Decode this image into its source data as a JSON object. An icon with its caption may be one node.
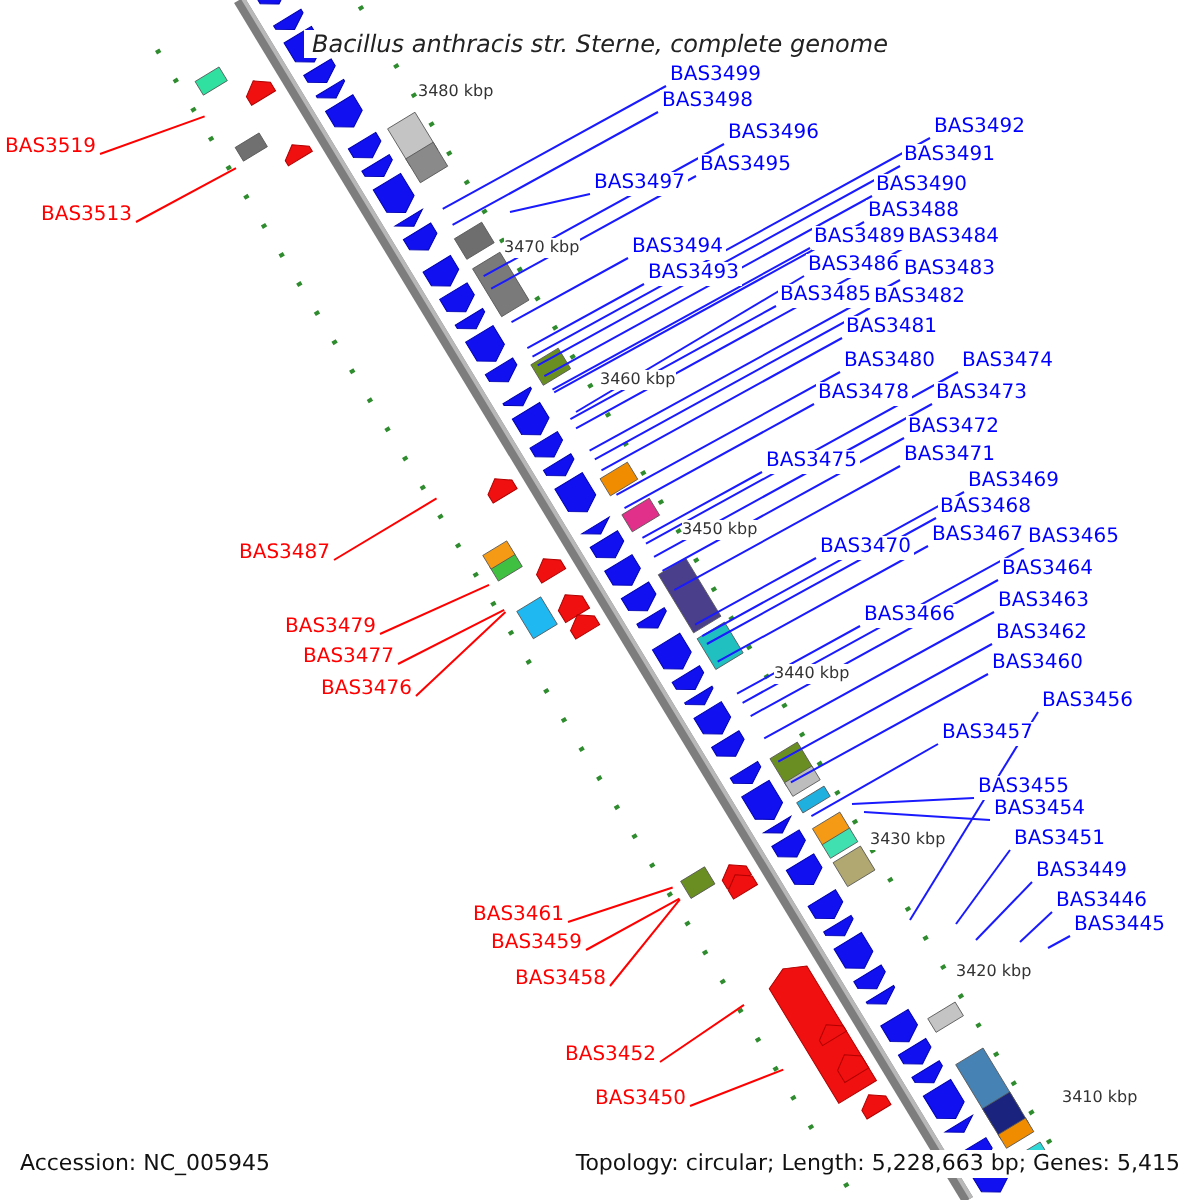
{
  "diagram": {
    "title": "Bacillus anthracis str. Sterne, complete genome",
    "nodes": [
      {
        "text": [
          "BAS3499"
        ]
      },
      {
        "text": [
          "BAS3498"
        ]
      },
      {
        "text": [
          "BAS3496"
        ]
      },
      {
        "text": [
          "BAS3497"
        ]
      },
      {
        "text": [
          "BAS3495"
        ]
      },
      {
        "text": [
          "BAS3492"
        ]
      },
      {
        "text": [
          "BAS3491"
        ]
      },
      {
        "text": [
          "BAS3490"
        ]
      },
      {
        "text": [
          "BAS3488"
        ]
      },
      {
        "text": [
          "BAS3494"
        ]
      },
      {
        "text": [
          "BAS3489"
        ]
      },
      {
        "text": [
          "BAS3484"
        ]
      },
      {
        "text": [
          "BAS3493"
        ]
      },
      {
        "text": [
          "BAS3486"
        ]
      },
      {
        "text": [
          "BAS3483"
        ]
      },
      {
        "text": [
          "BAS3485"
        ]
      },
      {
        "text": [
          "BAS3482"
        ]
      },
      {
        "text": [
          "BAS3481"
        ]
      },
      {
        "text": [
          "BAS3480"
        ]
      },
      {
        "text": [
          "BAS3474"
        ]
      },
      {
        "text": [
          "BAS3478"
        ]
      },
      {
        "text": [
          "BAS3473"
        ]
      },
      {
        "text": [
          "BAS3472"
        ]
      },
      {
        "text": [
          "BAS3475"
        ]
      },
      {
        "text": [
          "BAS3471"
        ]
      },
      {
        "text": [
          "BAS3469"
        ]
      },
      {
        "text": [
          "BAS3468"
        ]
      },
      {
        "text": [
          "BAS3467"
        ]
      },
      {
        "text": [
          "BAS3465"
        ]
      },
      {
        "text": [
          "BAS3470"
        ]
      },
      {
        "text": [
          "BAS3464"
        ]
      },
      {
        "text": [
          "BAS3463"
        ]
      },
      {
        "text": [
          "BAS3466"
        ]
      },
      {
        "text": [
          "BAS3462"
        ]
      },
      {
        "text": [
          "BAS3460"
        ]
      },
      {
        "text": [
          "BAS3456"
        ]
      },
      {
        "text": [
          "BAS3457"
        ]
      },
      {
        "text": [
          "BAS3455"
        ]
      },
      {
        "text": [
          "BAS3454"
        ]
      },
      {
        "text": [
          "BAS3451"
        ]
      },
      {
        "text": [
          "BAS3449"
        ]
      },
      {
        "text": [
          "BAS3446"
        ]
      },
      {
        "text": [
          "BAS3445"
        ]
      },
      {
        "text": [
          "BAS3519"
        ]
      },
      {
        "text": [
          "BAS3513"
        ]
      },
      {
        "text": [
          "BAS3487"
        ]
      },
      {
        "text": [
          "BAS3479"
        ]
      },
      {
        "text": [
          "BAS3477"
        ]
      },
      {
        "text": [
          "BAS3476"
        ]
      },
      {
        "text": [
          "BAS3461"
        ]
      },
      {
        "text": [
          "BAS3459"
        ]
      },
      {
        "text": [
          "BAS3458"
        ]
      },
      {
        "text": [
          "BAS3452"
        ]
      },
      {
        "text": [
          "BAS3450"
        ]
      }
    ],
    "edges": [
      {
        "from": 0,
        "to": null,
        "arrow": "none"
      },
      {
        "from": 1,
        "to": null,
        "arrow": "none"
      },
      {
        "from": 2,
        "to": null,
        "arrow": "none"
      },
      {
        "from": 3,
        "to": null,
        "arrow": "none"
      },
      {
        "from": 4,
        "to": null,
        "arrow": "none"
      },
      {
        "from": 5,
        "to": null,
        "arrow": "none"
      },
      {
        "from": 6,
        "to": null,
        "arrow": "none"
      },
      {
        "from": 7,
        "to": null,
        "arrow": "none"
      },
      {
        "from": 8,
        "to": null,
        "arrow": "none"
      },
      {
        "from": 9,
        "to": null,
        "arrow": "none"
      },
      {
        "from": 10,
        "to": null,
        "arrow": "none"
      },
      {
        "from": 11,
        "to": null,
        "arrow": "none"
      },
      {
        "from": 12,
        "to": null,
        "arrow": "none"
      },
      {
        "from": 13,
        "to": null,
        "arrow": "none"
      },
      {
        "from": 14,
        "to": null,
        "arrow": "none"
      },
      {
        "from": 15,
        "to": null,
        "arrow": "none"
      },
      {
        "from": 16,
        "to": null,
        "arrow": "none"
      },
      {
        "from": 17,
        "to": null,
        "arrow": "none"
      },
      {
        "from": 18,
        "to": null,
        "arrow": "none"
      },
      {
        "from": 19,
        "to": null,
        "arrow": "none"
      },
      {
        "from": 20,
        "to": null,
        "arrow": "none"
      },
      {
        "from": 21,
        "to": null,
        "arrow": "none"
      },
      {
        "from": 22,
        "to": null,
        "arrow": "none"
      },
      {
        "from": 23,
        "to": null,
        "arrow": "none"
      },
      {
        "from": 24,
        "to": null,
        "arrow": "none"
      },
      {
        "from": 25,
        "to": null,
        "arrow": "none"
      },
      {
        "from": 26,
        "to": null,
        "arrow": "none"
      },
      {
        "from": 27,
        "to": null,
        "arrow": "none"
      },
      {
        "from": 28,
        "to": null,
        "arrow": "none"
      },
      {
        "from": 29,
        "to": null,
        "arrow": "none"
      },
      {
        "from": 30,
        "to": null,
        "arrow": "none"
      },
      {
        "from": 31,
        "to": null,
        "arrow": "none"
      },
      {
        "from": 32,
        "to": null,
        "arrow": "none"
      },
      {
        "from": 33,
        "to": null,
        "arrow": "none"
      },
      {
        "from": 34,
        "to": null,
        "arrow": "none"
      },
      {
        "from": 35,
        "to": null,
        "arrow": "none"
      },
      {
        "from": 36,
        "to": null,
        "arrow": "none"
      },
      {
        "from": 37,
        "to": null,
        "arrow": "none"
      },
      {
        "from": 38,
        "to": null,
        "arrow": "none"
      },
      {
        "from": 39,
        "to": null,
        "arrow": "none"
      },
      {
        "from": 40,
        "to": null,
        "arrow": "none"
      },
      {
        "from": 41,
        "to": null,
        "arrow": "none"
      },
      {
        "from": 42,
        "to": null,
        "arrow": "none"
      },
      {
        "from": 43,
        "to": null,
        "arrow": "none",
        "color": "#ff0000"
      },
      {
        "from": 44,
        "to": null,
        "arrow": "none",
        "color": "#ff0000"
      },
      {
        "from": 45,
        "to": null,
        "arrow": "none",
        "color": "#ff0000"
      },
      {
        "from": 46,
        "to": null,
        "arrow": "none",
        "color": "#ff0000"
      },
      {
        "from": 47,
        "to": null,
        "arrow": "none",
        "color": "#ff0000"
      },
      {
        "from": 48,
        "to": null,
        "arrow": "none",
        "color": "#ff0000"
      },
      {
        "from": 49,
        "to": null,
        "arrow": "none",
        "color": "#ff0000"
      },
      {
        "from": 50,
        "to": null,
        "arrow": "none",
        "color": "#ff0000"
      },
      {
        "from": 51,
        "to": null,
        "arrow": "none",
        "color": "#ff0000"
      },
      {
        "from": 52,
        "to": null,
        "arrow": "none",
        "color": "#ff0000"
      },
      {
        "from": 53,
        "to": null,
        "arrow": "none",
        "color": "#ff0000"
      }
    ],
    "labels": [
      "3480 kbp",
      "3470 kbp",
      "3460 kbp",
      "3450 kbp",
      "3440 kbp",
      "3430 kbp",
      "3420 kbp",
      "3410 kbp",
      "Accession: NC_005945",
      "Topology: circular; Length: 5,228,663 bp; Genes: 5,415"
    ]
  }
}
